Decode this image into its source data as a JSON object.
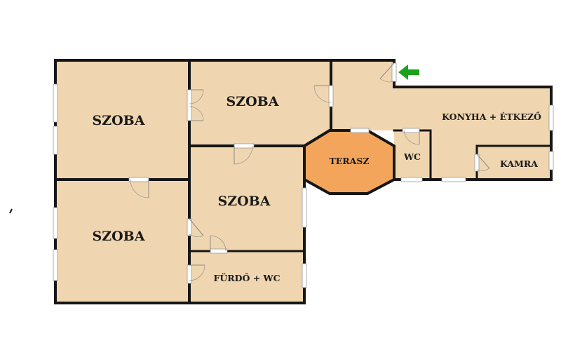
{
  "rooms": {
    "szoba_top_left": "SZOBA",
    "szoba_top_middle": "SZOBA",
    "szoba_bottom_left": "SZOBA",
    "szoba_middle": "SZOBA",
    "furdo_wc": "FÜRDŐ + WC",
    "terasz": "TERASZ",
    "wc": "WC",
    "konyha_etkezo": "KONYHA + ÉTKEZŐ",
    "kamra": "KAMRA"
  },
  "colors": {
    "room_fill": "#f0d6b0",
    "terrace_fill": "#f3a65b",
    "wall": "#161616",
    "entrance_arrow": "#1aa31a"
  },
  "icons": {
    "entrance": "arrow-left-icon"
  }
}
